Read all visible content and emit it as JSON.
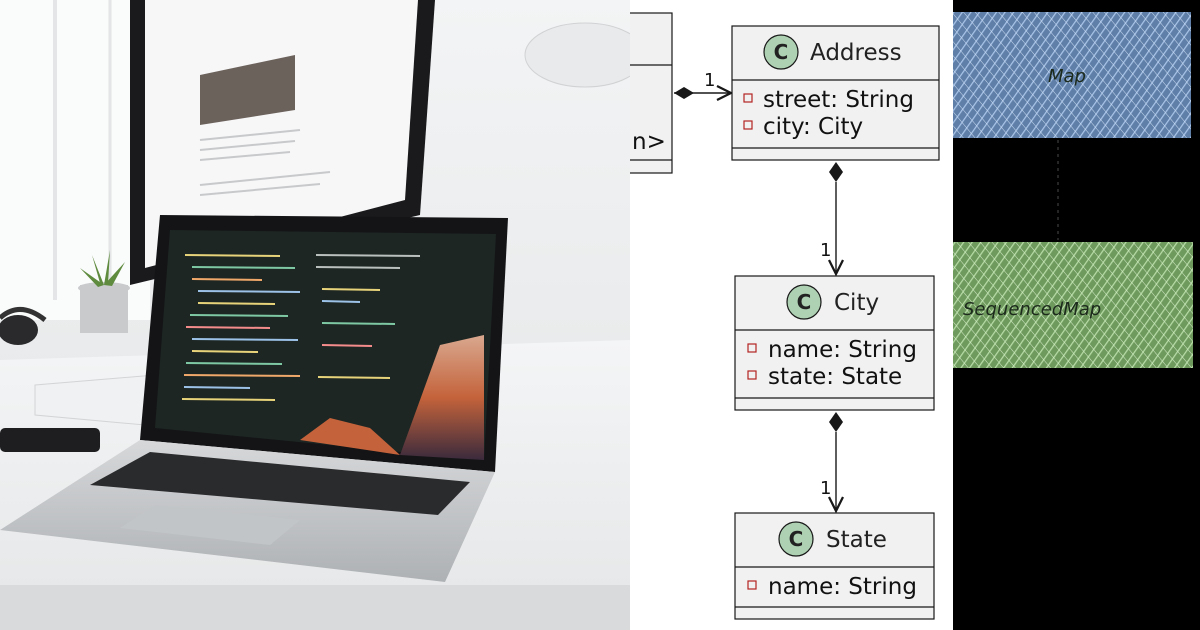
{
  "diagram": {
    "partial_class": {
      "text": "n>"
    },
    "associations": [
      {
        "from": "partial",
        "to": "Address",
        "multiplicity": "1"
      },
      {
        "from": "Address",
        "to": "City",
        "multiplicity": "1"
      },
      {
        "from": "City",
        "to": "State",
        "multiplicity": "1"
      }
    ],
    "classes": [
      {
        "icon": "C",
        "name": "Address",
        "attributes": [
          "street: String",
          "city: City"
        ]
      },
      {
        "icon": "C",
        "name": "City",
        "attributes": [
          "name: String",
          "state: State"
        ]
      },
      {
        "icon": "C",
        "name": "State",
        "attributes": [
          "name: String"
        ]
      }
    ]
  },
  "sketch": {
    "blocks": [
      {
        "label": "Map",
        "color": "#8fb1dc"
      },
      {
        "label": "SequencedMap",
        "color": "#9ccc8c"
      }
    ]
  },
  "colors": {
    "class_fill": "#f1f1f1",
    "class_border": "#181818",
    "icon_fill": "#add1b2"
  }
}
